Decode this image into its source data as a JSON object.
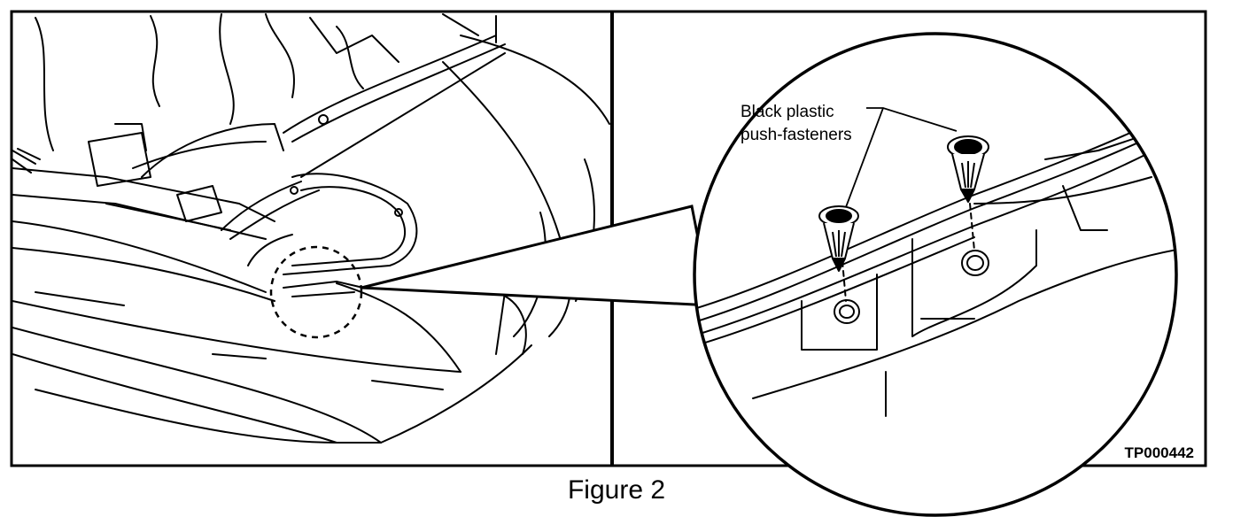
{
  "labels": {
    "callout_line1": "Black plastic",
    "callout_line2": "push-fasteners",
    "figure_id": "TP000442"
  },
  "caption": "Figure 2"
}
